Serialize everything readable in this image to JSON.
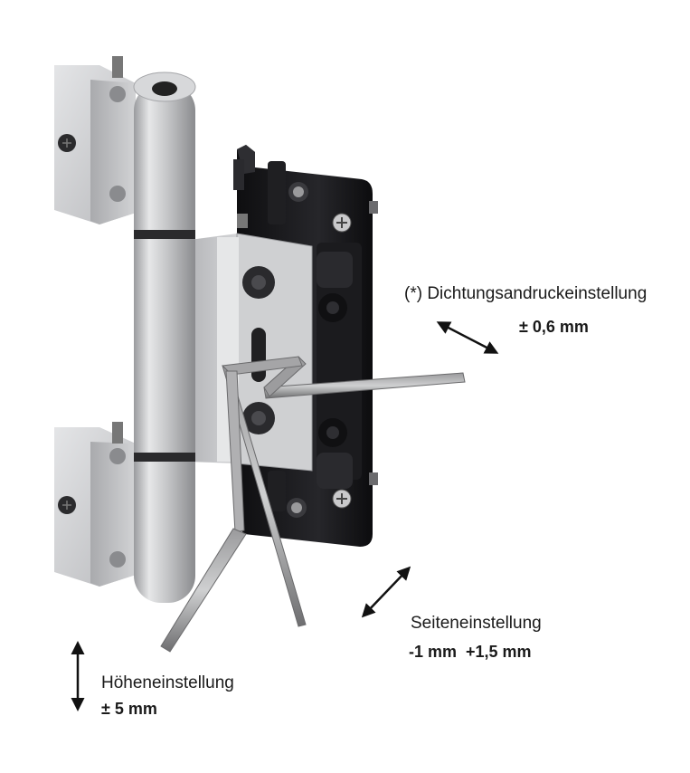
{
  "adjustments": {
    "compression": {
      "title": "(*) Dichtungsandruckeinstellung",
      "value": "± 0,6 mm"
    },
    "lateral": {
      "title": "Seiteneinstellung",
      "value": "-1 mm  +1,5 mm"
    },
    "height": {
      "title": "Höheneinstellung",
      "value": "± 5 mm"
    }
  },
  "colors": {
    "frame_black": "#1c1c1e",
    "aluminium": "#c8c9cb",
    "text": "#1a1a1a",
    "arrow": "#111111"
  }
}
